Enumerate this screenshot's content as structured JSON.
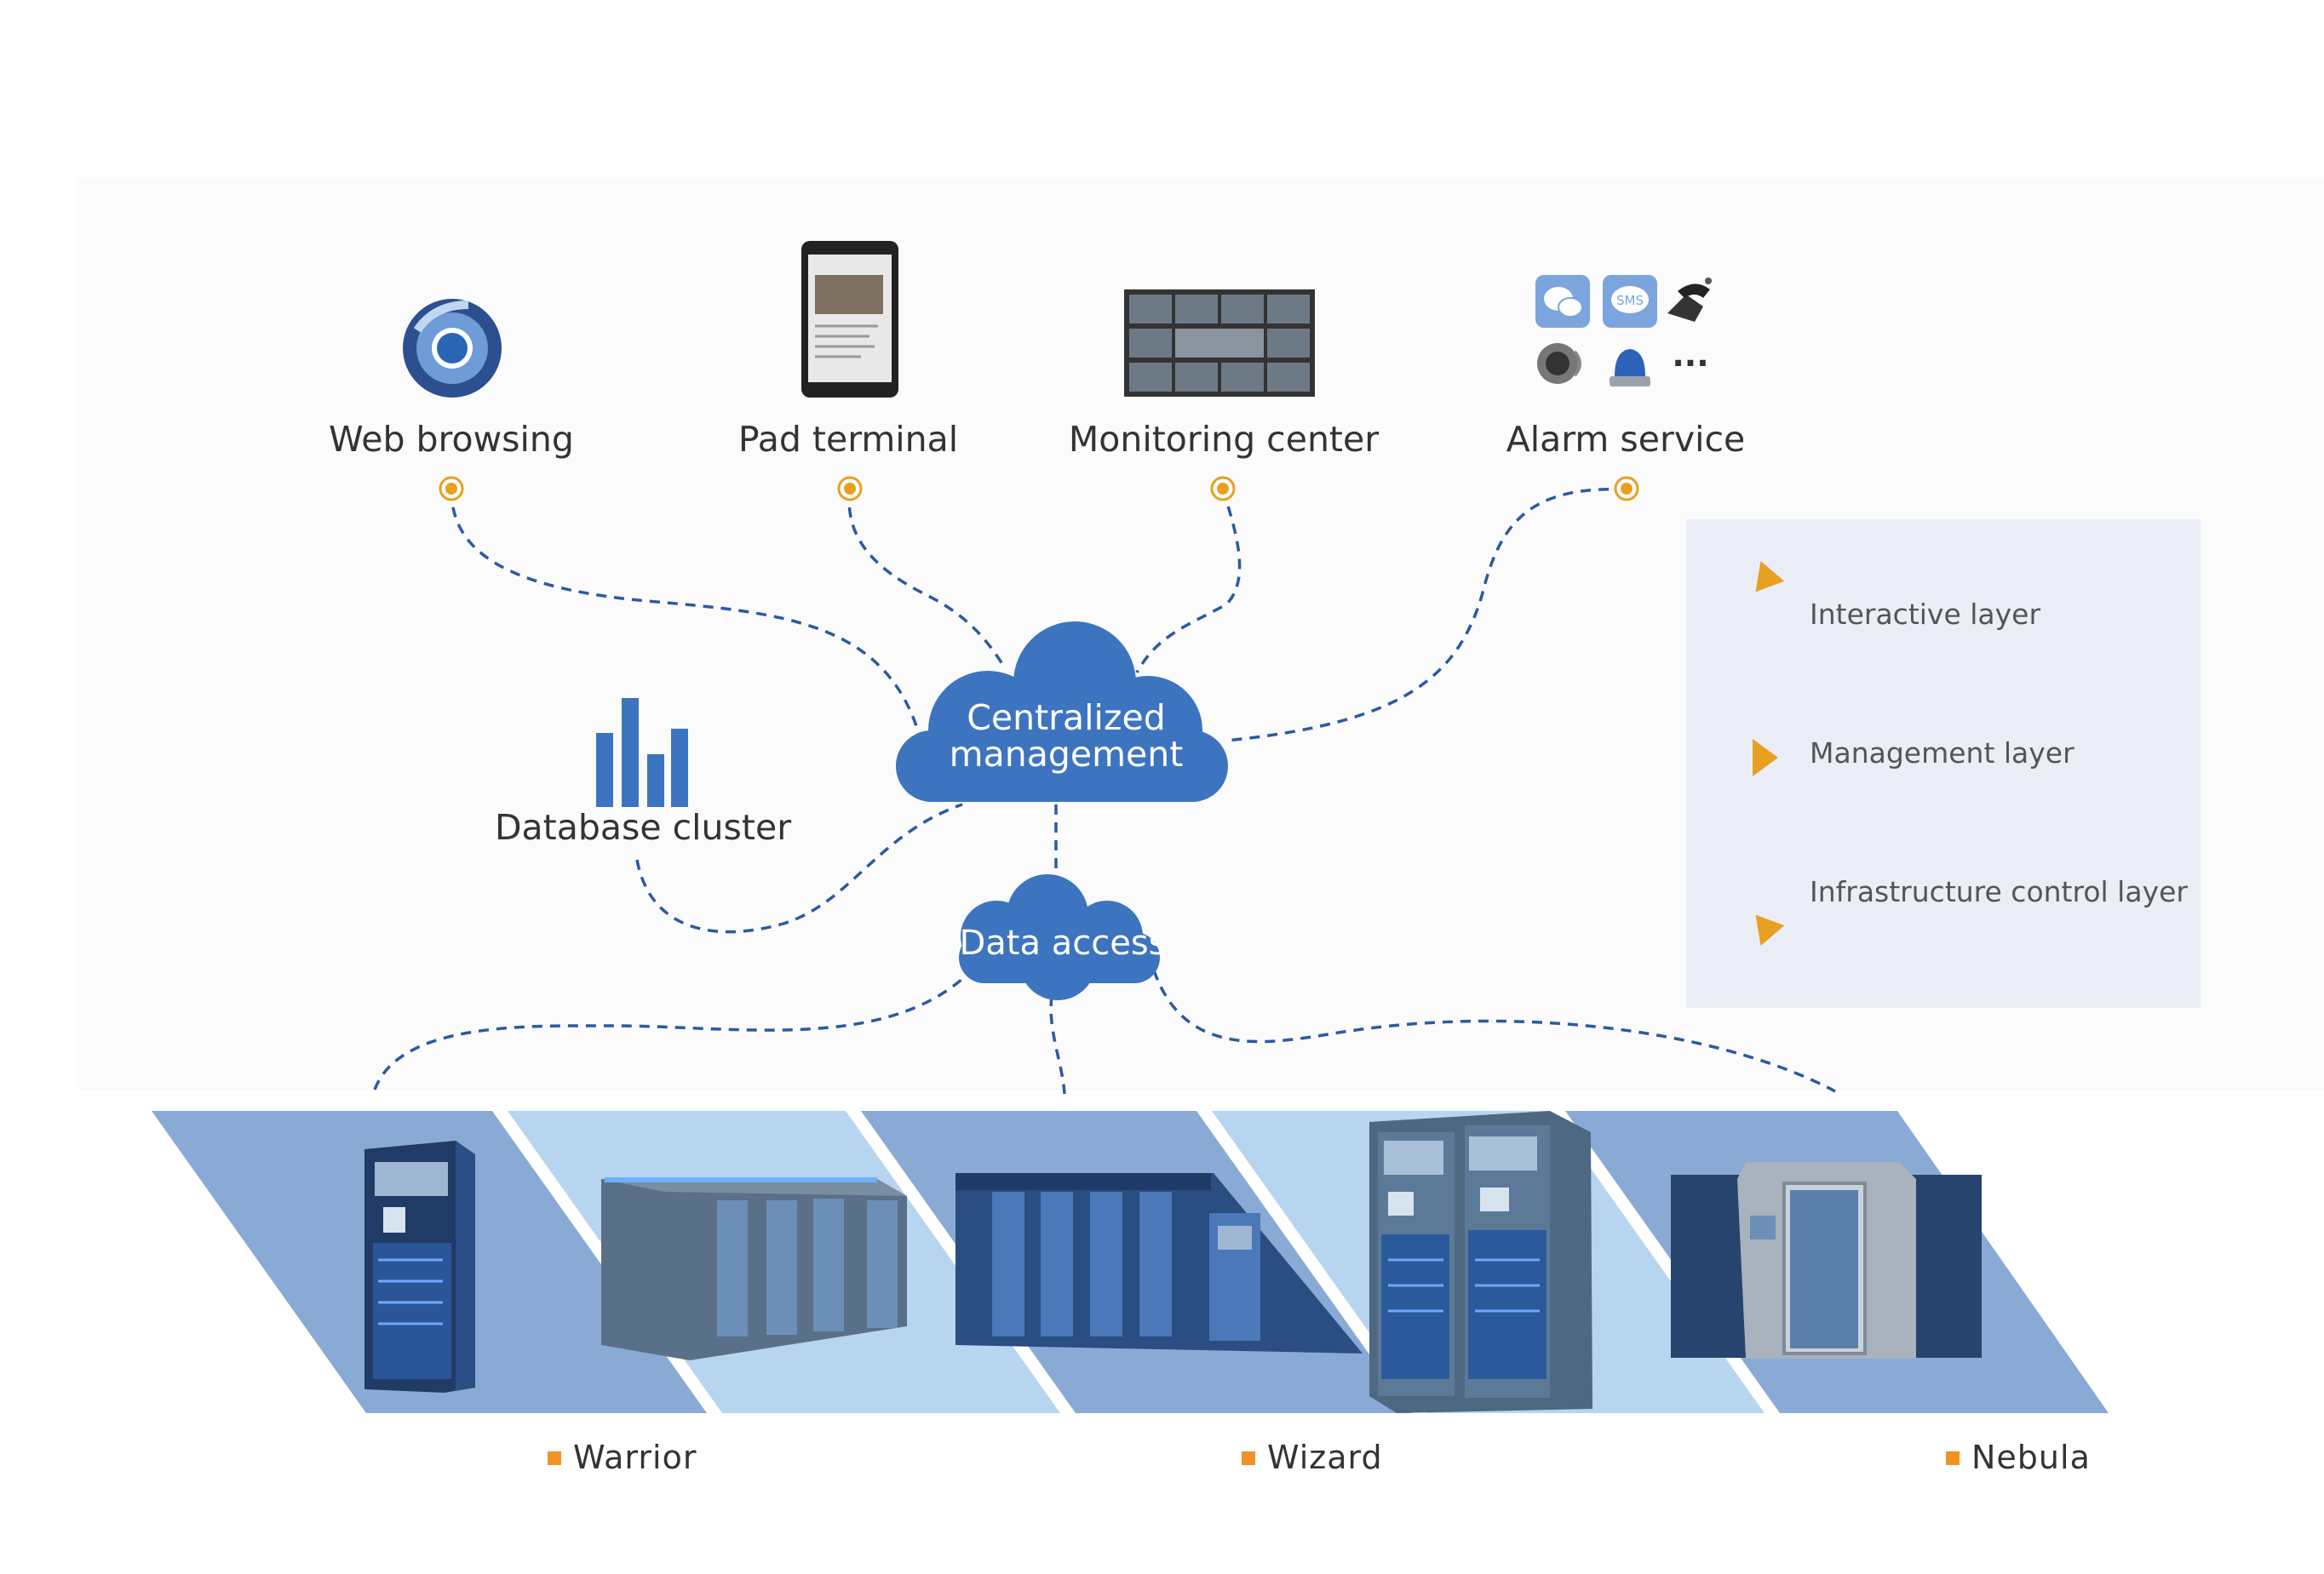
{
  "clients": [
    {
      "label": "Web browsing",
      "icon": "chrome-browser-icon"
    },
    {
      "label": "Pad terminal",
      "icon": "tablet-icon"
    },
    {
      "label": "Monitoring center",
      "icon": "video-wall-icon"
    },
    {
      "label": "Alarm service",
      "icon": "alarm-channels-icon"
    }
  ],
  "alarm_icons": [
    "wechat-icon",
    "sms-icon",
    "telephone-icon",
    "speaker-icon",
    "siren-icon"
  ],
  "alarm_more": "...",
  "sms_text": "SMS",
  "centralized": {
    "line1": "Centralized",
    "line2": "management"
  },
  "data_access": "Data access",
  "database": {
    "label": "Database cluster",
    "icon": "bar-chart-icon"
  },
  "legend": {
    "items": [
      {
        "label": "Interactive layer"
      },
      {
        "label": "Management layer"
      },
      {
        "label": "Infrastructure control layer"
      }
    ],
    "marker_color": "#e8a020"
  },
  "products": [
    {
      "label": "Warrior"
    },
    {
      "label": "Wizard"
    },
    {
      "label": "Nebula"
    }
  ],
  "colors": {
    "cloud": "#3d74bf",
    "dash": "#2c5aa0",
    "node": "#e8a020",
    "band_dark": "#8aaad6",
    "band_light": "#b7d5ef",
    "product_bullet": "#f39223"
  }
}
